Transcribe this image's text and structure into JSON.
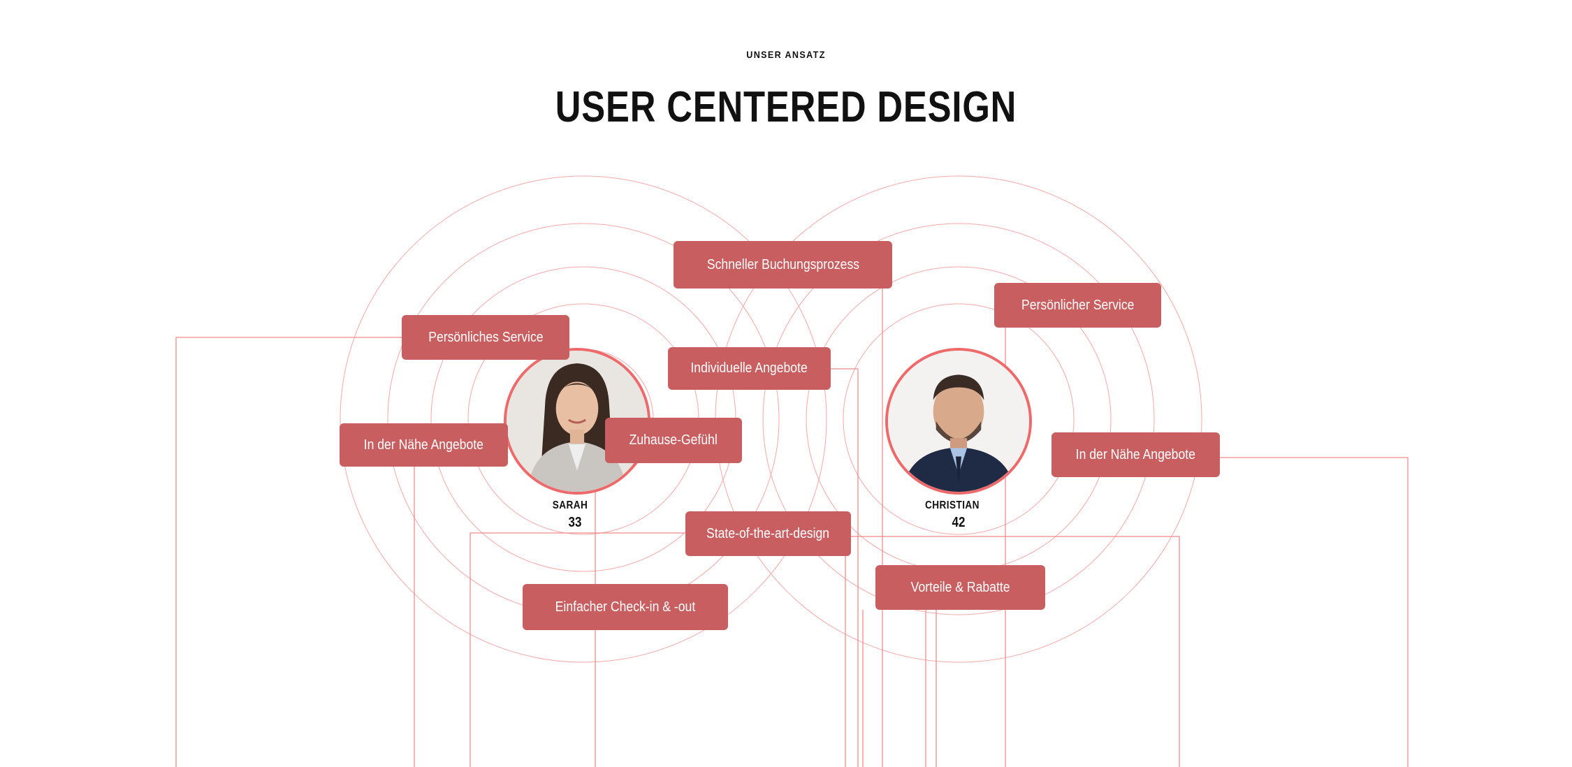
{
  "section": {
    "eyebrow": "UNSER ANSATZ",
    "title": "USER CENTERED DESIGN"
  },
  "colors": {
    "accent": "#c85e60",
    "ring": "#ee6a6a",
    "line": "#f28b8b"
  },
  "personas": [
    {
      "name": "SARAH",
      "age": "33",
      "photo": "woman-portrait"
    },
    {
      "name": "CHRISTIAN",
      "age": "42",
      "photo": "man-portrait"
    }
  ],
  "needs": {
    "schneller_buchungsprozess": "Schneller Buchungsprozess",
    "persoenlicher_service": "Persönlicher Service",
    "persoenliches_service": "Persönliches Service",
    "individuelle_angebote": "Individuelle Angebote",
    "in_der_naehe_left": "In der Nähe Angebote",
    "zuhause_gefuehl": "Zuhause-Gefühl",
    "in_der_naehe_right": "In der Nähe Angebote",
    "state_of_the_art": "State-of-the-art-design",
    "vorteile_rabatte": "Vorteile & Rabatte",
    "einfacher_checkin": "Einfacher Check-in & -out"
  }
}
